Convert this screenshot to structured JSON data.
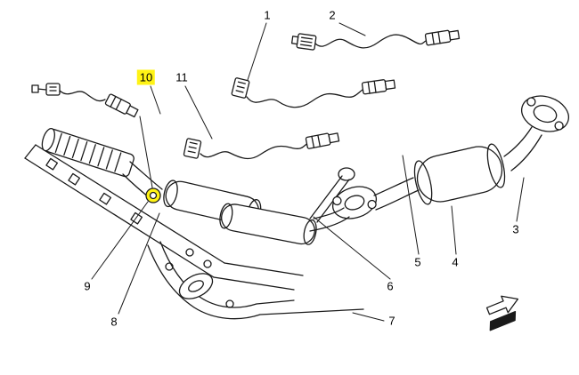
{
  "figure": {
    "background_color": "#ffffff",
    "line_color": "#1a1a1a",
    "highlight_color": "#fff315"
  },
  "callouts": [
    {
      "label": "1",
      "highlighted": false
    },
    {
      "label": "2",
      "highlighted": false
    },
    {
      "label": "3",
      "highlighted": false
    },
    {
      "label": "4",
      "highlighted": false
    },
    {
      "label": "5",
      "highlighted": false
    },
    {
      "label": "6",
      "highlighted": false
    },
    {
      "label": "7",
      "highlighted": false
    },
    {
      "label": "8",
      "highlighted": false
    },
    {
      "label": "9",
      "highlighted": false
    },
    {
      "label": "10",
      "highlighted": true
    },
    {
      "label": "11",
      "highlighted": false
    }
  ]
}
